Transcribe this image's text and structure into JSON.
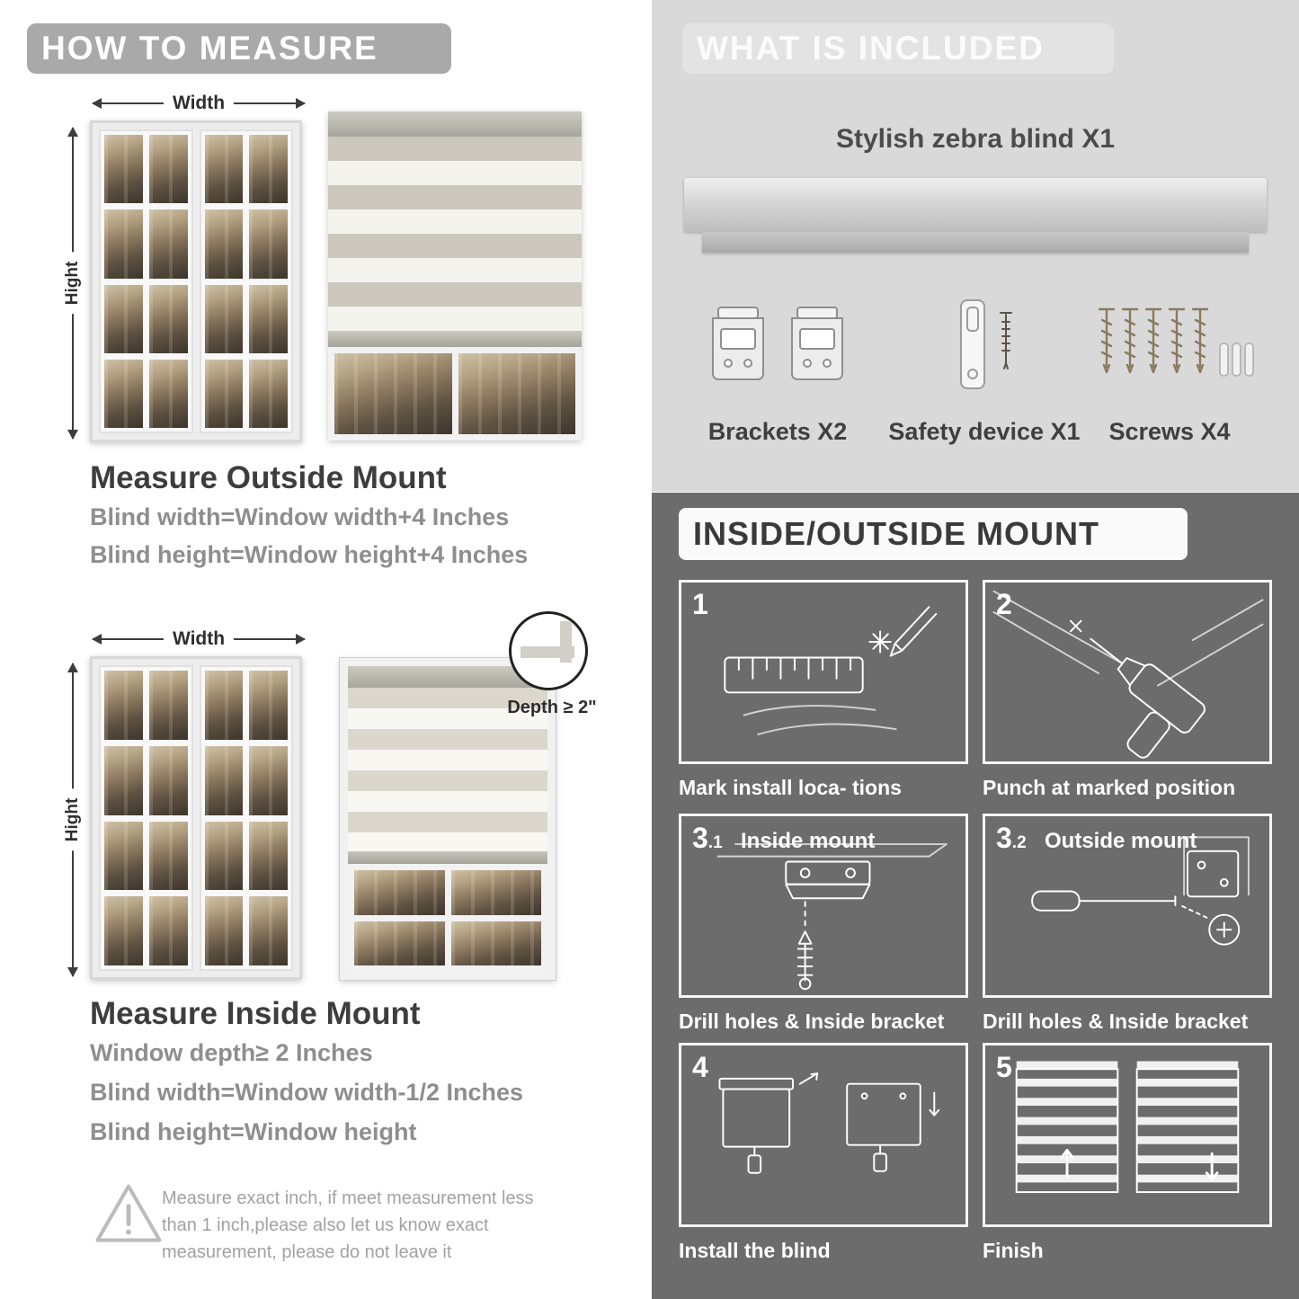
{
  "palette": {
    "banner_gray": "#a9a9a9",
    "included_bg": "#d9d9d9",
    "mount_bg": "#6c6c6c",
    "stripe_taupe": "#cbc7bd",
    "stripe_cream": "#f5f3ed"
  },
  "left": {
    "banner": "HOW TO MEASURE",
    "labels": {
      "width": "Width",
      "height": "Hight"
    },
    "outside": {
      "title": "Measure Outside Mount",
      "line1": "Blind width=Window width+4 Inches",
      "line2": "Blind height=Window height+4 Inches"
    },
    "inside": {
      "depth_callout": "Depth ≥ 2\"",
      "title": "Measure Inside Mount",
      "line1": "Window depth≥ 2 Inches",
      "line2": "Blind width=Window width-1/2 Inches",
      "line3": "Blind height=Window height"
    },
    "warning": "Measure exact inch, if meet measurement less than 1 inch,please also let us know exact measurement, please do not leave it"
  },
  "right": {
    "included": {
      "banner": "WHAT IS INCLUDED",
      "blind_label": "Stylish zebra blind X1",
      "items": [
        {
          "label": "Brackets X2"
        },
        {
          "label": "Safety device X1"
        },
        {
          "label": "Screws X4"
        }
      ]
    },
    "mount": {
      "banner": "INSIDE/OUTSIDE MOUNT",
      "steps": [
        {
          "num": "1",
          "sub": "",
          "title": "",
          "caption": "Mark install loca- tions"
        },
        {
          "num": "2",
          "sub": "",
          "title": "",
          "caption": "Punch at  marked position"
        },
        {
          "num": "3",
          "sub": ".1",
          "title": "Inside mount",
          "caption": "Drill holes &  Inside bracket"
        },
        {
          "num": "3",
          "sub": ".2",
          "title": "Outside mount",
          "caption": "Drill holes &  Inside bracket"
        },
        {
          "num": "4",
          "sub": "",
          "title": "",
          "caption": "Install the blind"
        },
        {
          "num": "5",
          "sub": "",
          "title": "",
          "caption": "Finish"
        }
      ]
    }
  }
}
